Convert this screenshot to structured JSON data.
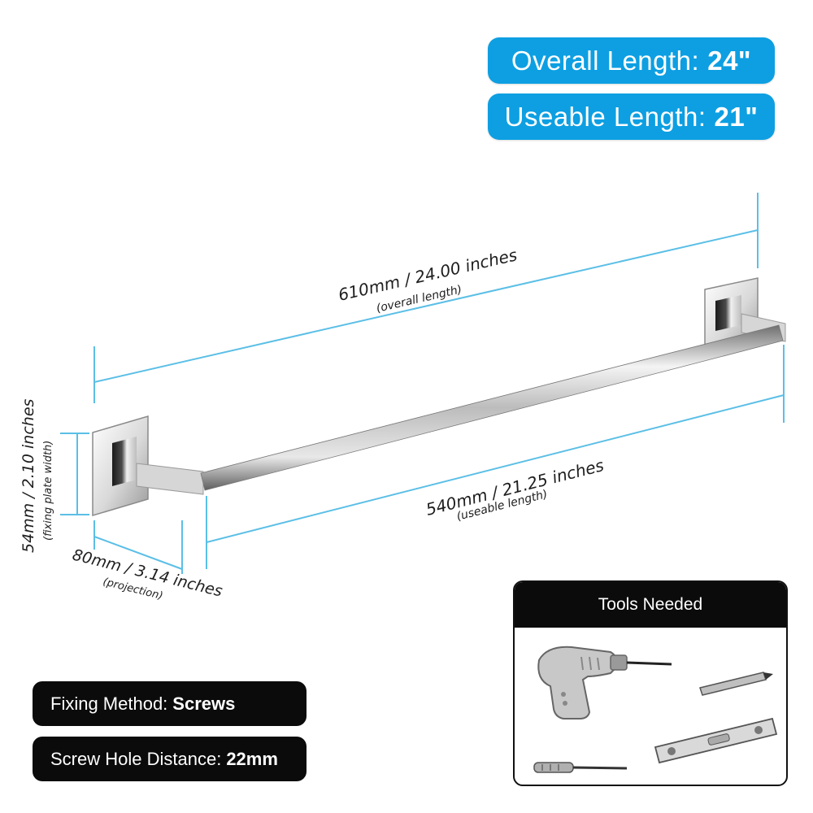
{
  "badges": {
    "overall": {
      "label": "Overall Length:",
      "value": "24\""
    },
    "useable": {
      "label": "Useable Length:",
      "value": "21\""
    }
  },
  "dimensions": {
    "overall": {
      "main": "610mm / 24.00 inches",
      "sub": "(overall length)"
    },
    "useable": {
      "main": "540mm / 21.25 inches",
      "sub": "(useable length)"
    },
    "plate": {
      "main": "54mm / 2.10 inches",
      "sub": "(fixing plate width)"
    },
    "projection": {
      "main": "80mm / 3.14 inches",
      "sub": "(projection)"
    }
  },
  "specs": {
    "fixing": {
      "label": "Fixing Method:",
      "value": "Screws"
    },
    "screw_hole": {
      "label": "Screw Hole Distance:",
      "value": "22mm"
    }
  },
  "tools": {
    "title": "Tools Needed",
    "items": [
      "drill-icon",
      "pencil-icon",
      "screwdriver-icon",
      "spirit-level-icon"
    ]
  },
  "colors": {
    "accent_blue": "#0d9fe2",
    "dimension_line": "#5bbfe6",
    "dark_label": "#0b0b0b"
  }
}
